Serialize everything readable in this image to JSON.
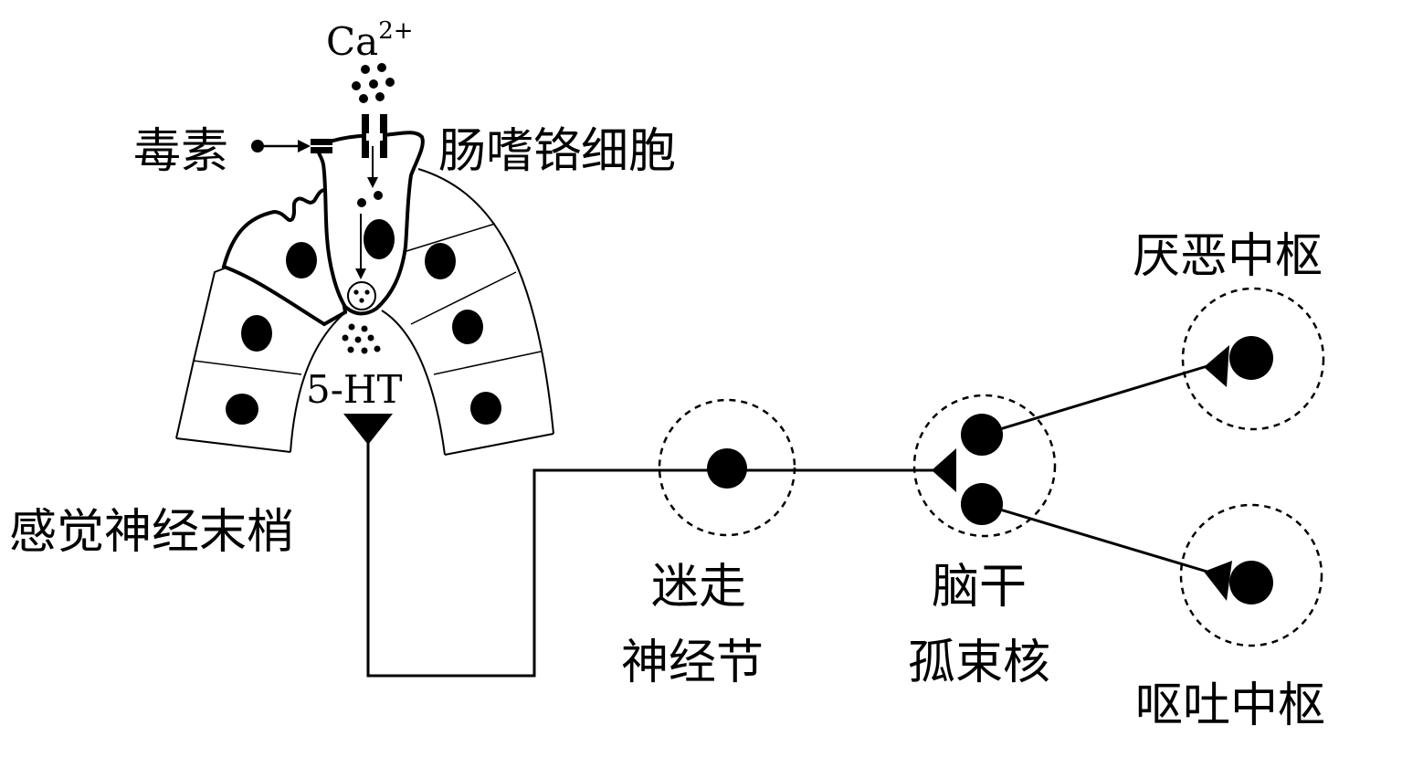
{
  "labels": {
    "ca_base": "Ca",
    "ca_sup": "2+",
    "toxin": "毒素",
    "ec_cell": "肠嗜铬细胞",
    "serotonin": "5-HT",
    "sensory_ending": "感觉神经末梢",
    "vagal_ganglion_line1": "迷走",
    "vagal_ganglion_line2": "神经节",
    "nts_line1": "脑干",
    "nts_line2": "孤束核",
    "disgust_center": "厌恶中枢",
    "vomit_center": "呕吐中枢"
  },
  "colors": {
    "ink": "#000000",
    "background": "#ffffff"
  }
}
